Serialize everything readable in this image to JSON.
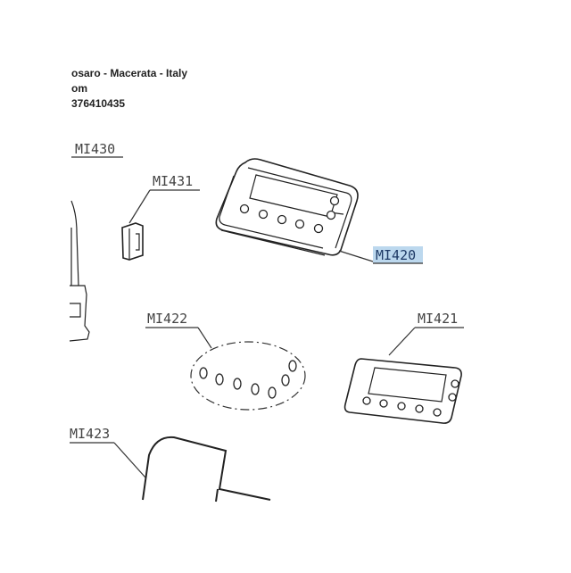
{
  "header": {
    "address_line": "osaro - Macerata - Italy",
    "web_line": "om",
    "phone_line": "376410435"
  },
  "parts": {
    "mi430": "MI430",
    "mi431": "MI431",
    "mi420": "MI420",
    "mi422": "MI422",
    "mi421": "MI421",
    "mi423": "MI423"
  },
  "highlight_color": "#bcd8ee"
}
